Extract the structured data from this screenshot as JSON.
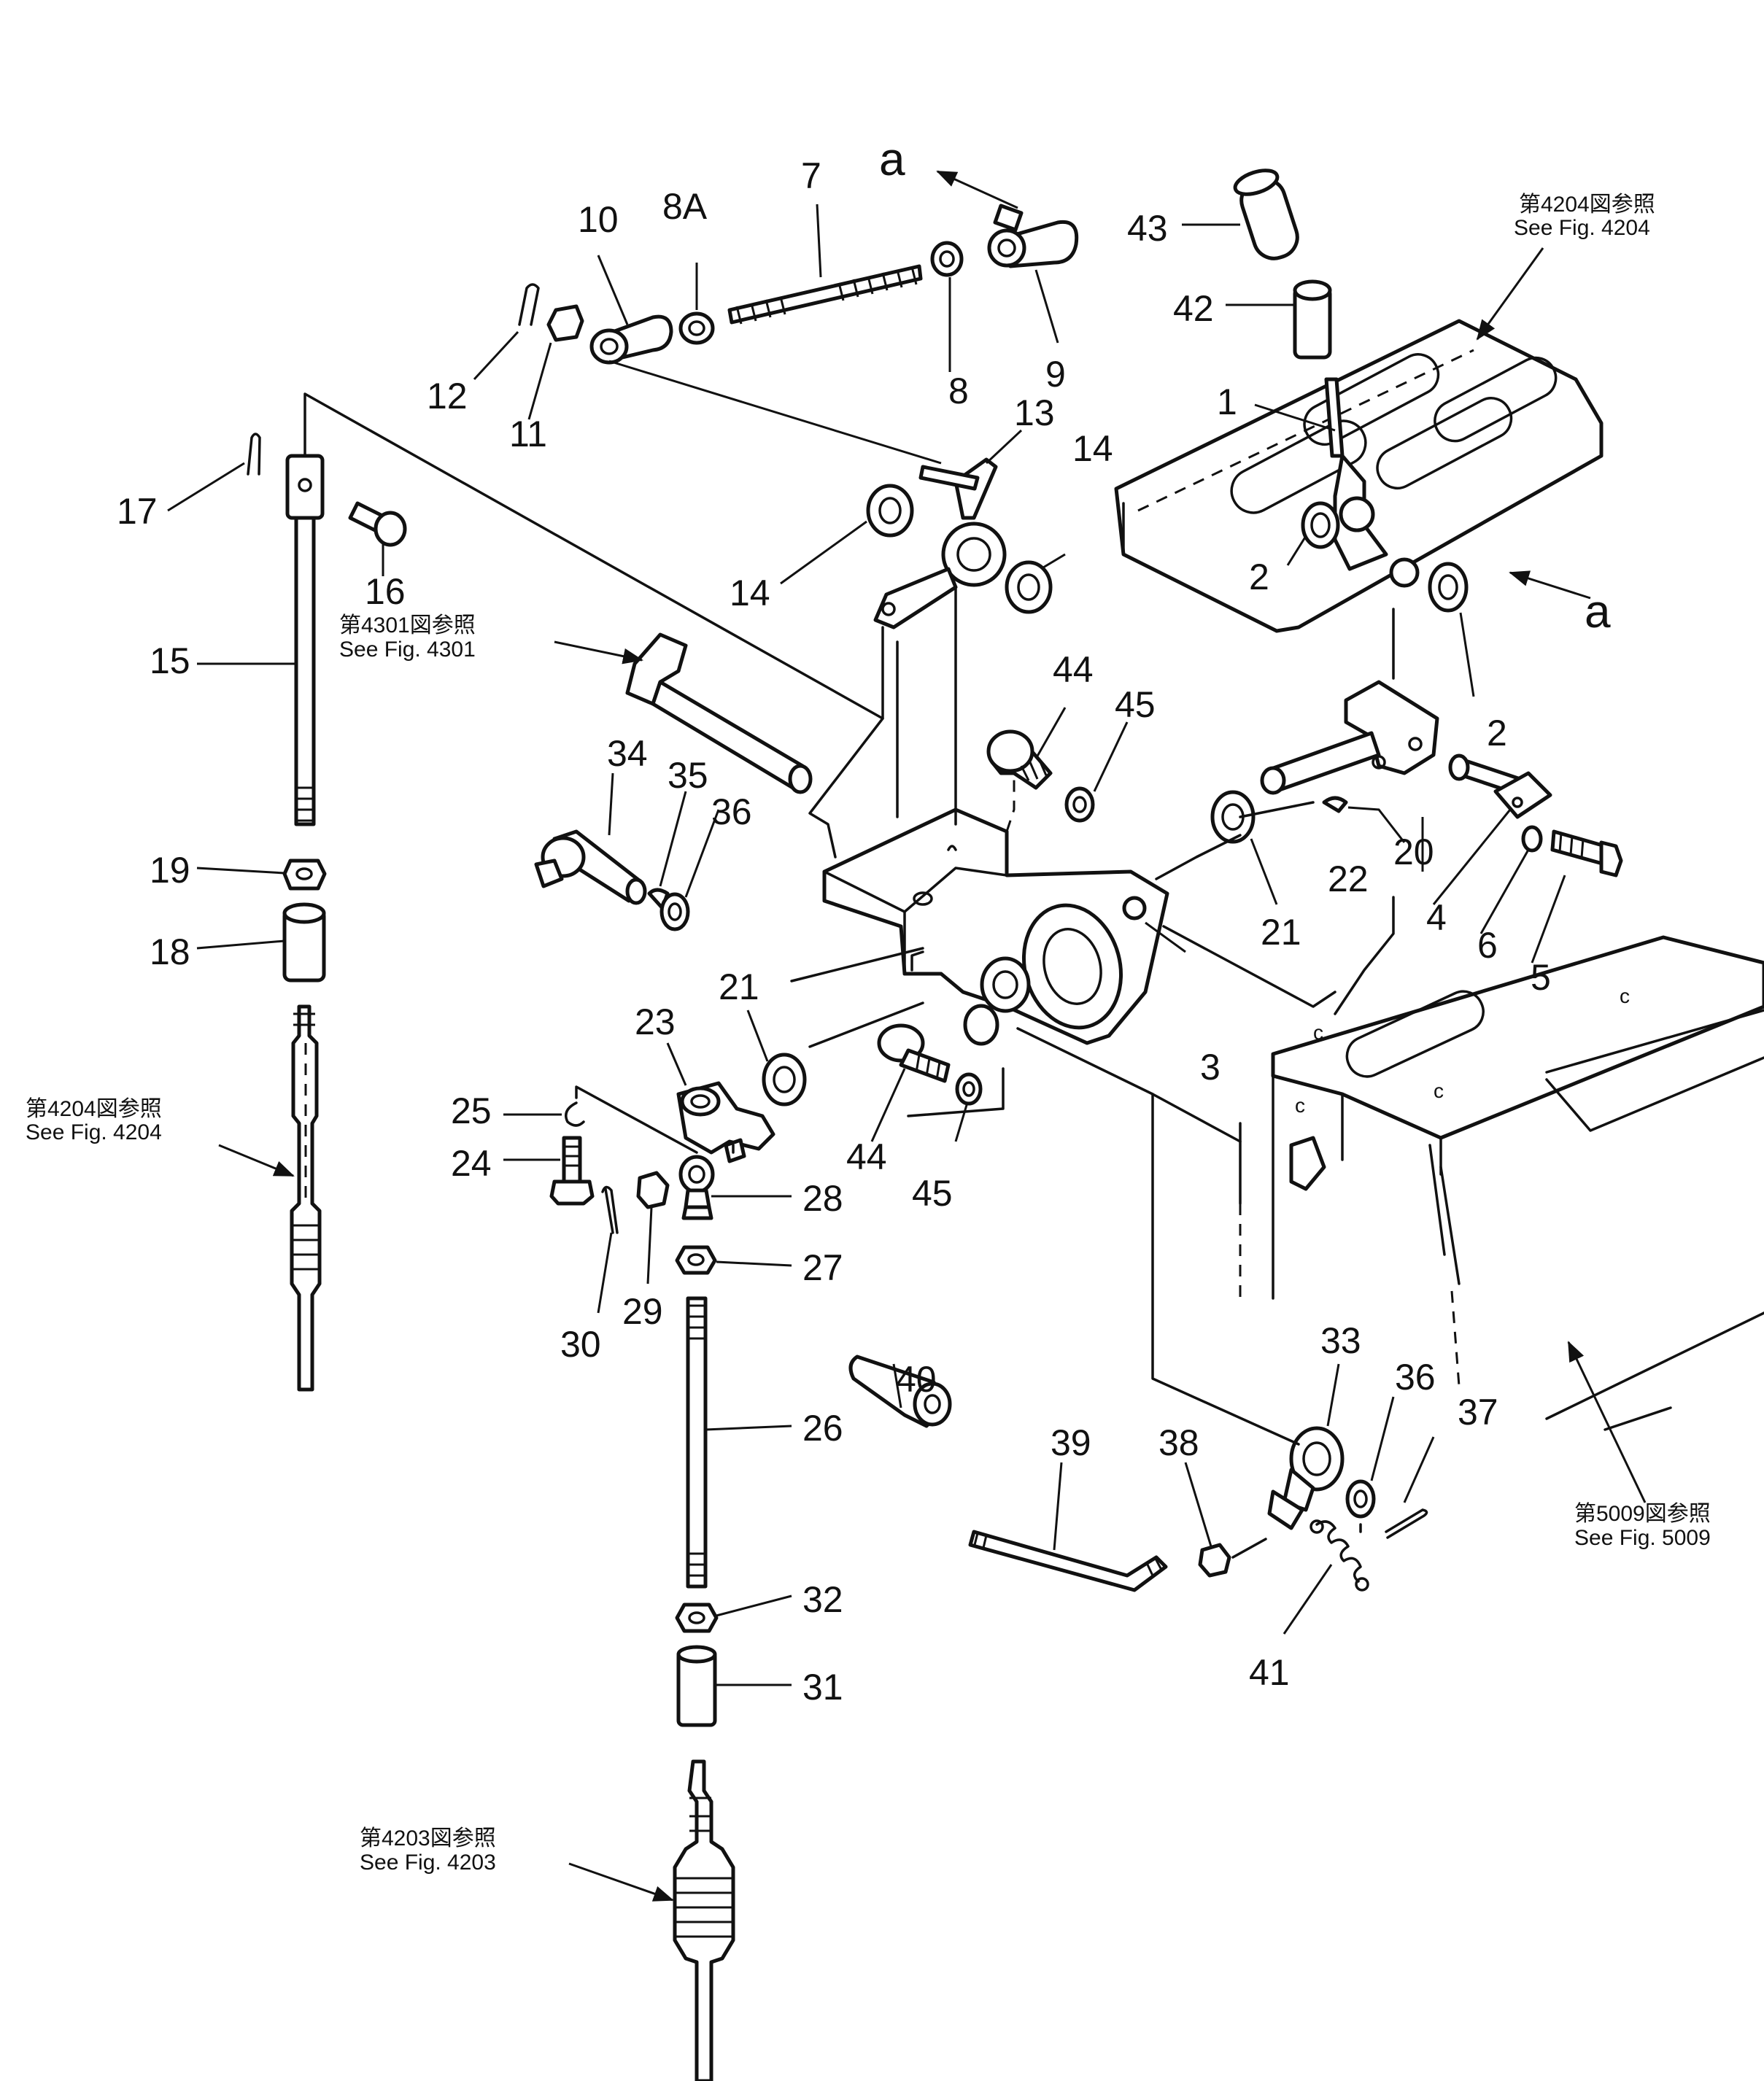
{
  "part_numbers": [
    "1",
    "2",
    "2",
    "3",
    "4",
    "5",
    "6",
    "7",
    "8",
    "8A",
    "9",
    "10",
    "11",
    "12",
    "13",
    "14",
    "14",
    "15",
    "16",
    "17",
    "18",
    "19",
    "20",
    "21",
    "21",
    "22",
    "23",
    "24",
    "25",
    "26",
    "27",
    "28",
    "29",
    "30",
    "31",
    "32",
    "33",
    "34",
    "35",
    "36",
    "36",
    "37",
    "38",
    "39",
    "40",
    "41",
    "42",
    "43",
    "44",
    "44",
    "45",
    "45"
  ],
  "view_arrows": [
    "a",
    "a"
  ],
  "references": {
    "fig4204_top_jp": "第4204図参照",
    "fig4204_top_en": "See Fig. 4204",
    "fig4301_jp": "第4301図参照",
    "fig4301_en": "See Fig. 4301",
    "fig4204_left_jp": "第4204図参照",
    "fig4204_left_en": "See Fig. 4204",
    "fig5009_jp": "第5009図参照",
    "fig5009_en": "See Fig. 5009",
    "fig4203_jp": "第4203図参照",
    "fig4203_en": "See Fig. 4203"
  }
}
